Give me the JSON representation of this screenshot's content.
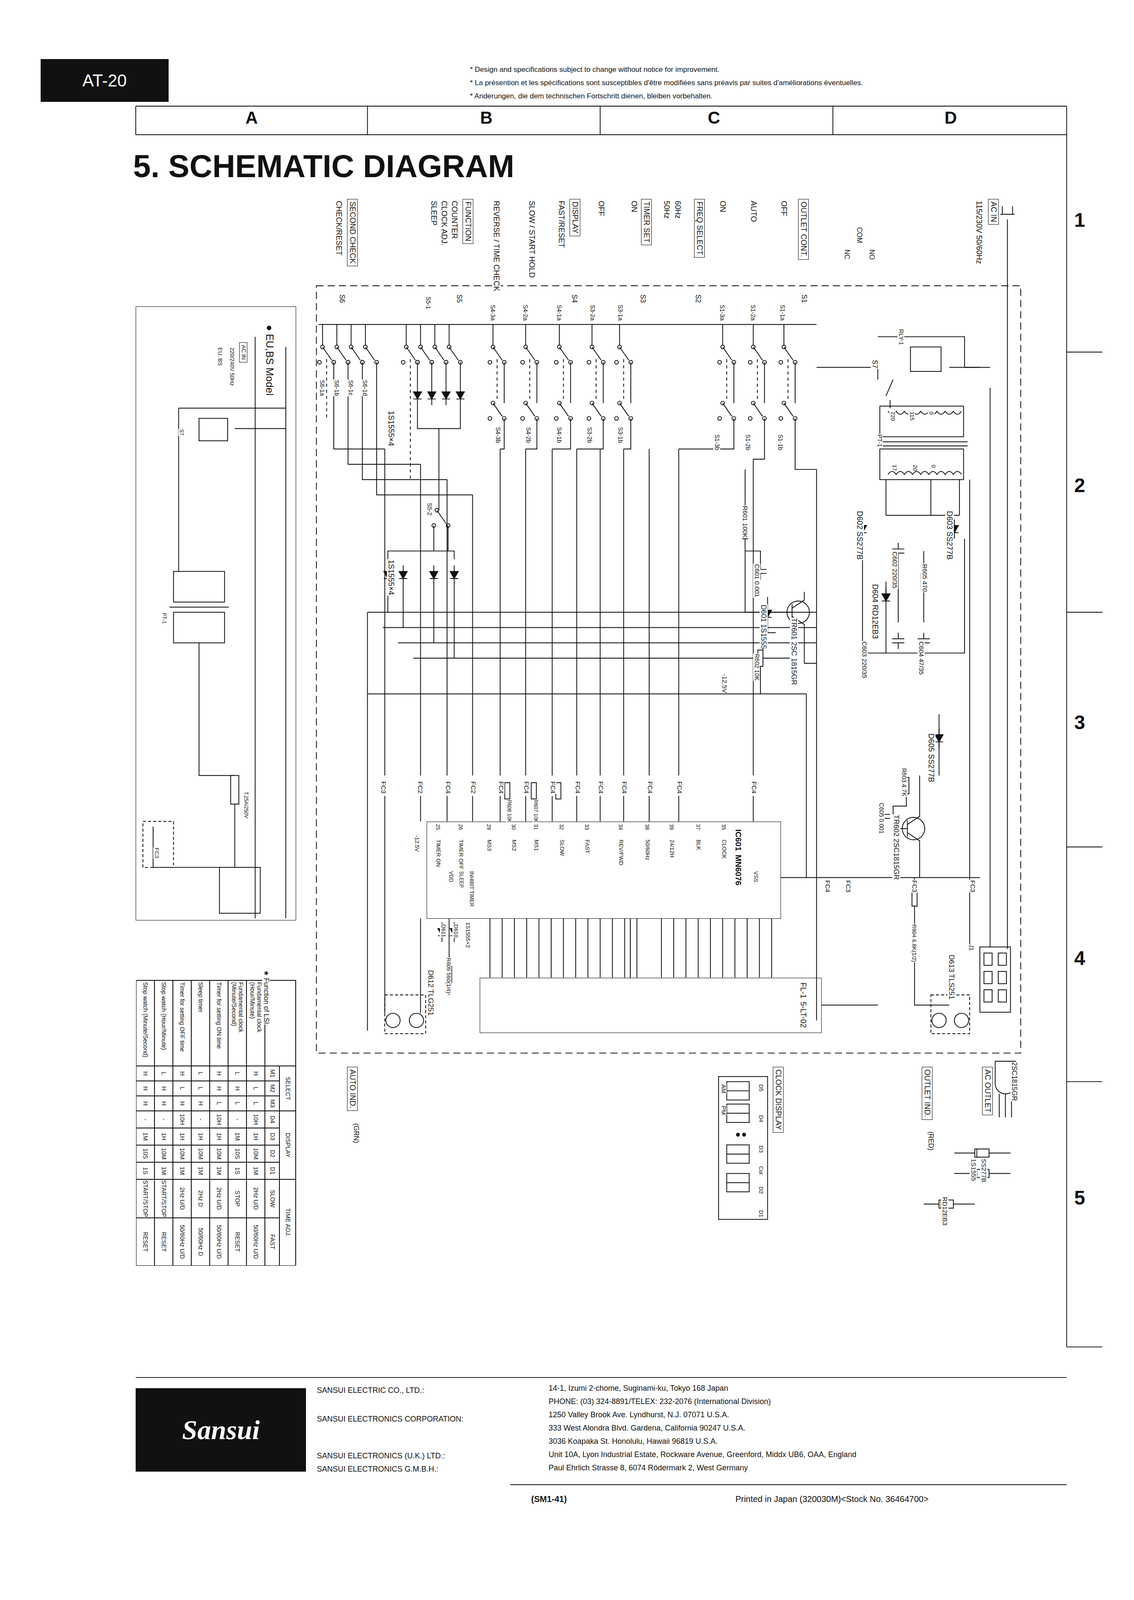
{
  "diagram": {
    "title": "5. SCHEMATIC DIAGRAM",
    "nodes": [
      {
        "text": [
          "AT-20"
        ]
      },
      {
        "text": [
          "SECOND CHECK"
        ]
      },
      {
        "text": [
          "FUNCTION"
        ]
      },
      {
        "text": [
          "DISPLAY"
        ]
      },
      {
        "text": [
          "TIMER SET"
        ]
      },
      {
        "text": [
          "FREQ SELECT"
        ]
      },
      {
        "text": [
          "OUTLET CONT."
        ]
      },
      {
        "text": [
          "AC IN"
        ]
      },
      {
        "text": [
          "● EU,BS Model"
        ]
      },
      {
        "text": [
          "AC IN"
        ],
        "in": 8
      },
      {
        "text": [
          "IC601",
          "MN6076"
        ]
      },
      {
        "text": [
          "FL-1",
          "5-LT-02"
        ]
      },
      {
        "text": [
          "AUTO IND."
        ]
      },
      {
        "text": [
          "CLOCK DISPLAY"
        ]
      },
      {
        "text": [
          "OUTLET IND."
        ]
      },
      {
        "text": [
          "AC OUTLET"
        ]
      },
      {
        "text": [
          "Sansui"
        ]
      }
    ],
    "edges": [
      {
        "from": 10,
        "to": 11,
        "arrow": "none"
      }
    ],
    "labels": [
      "* Design and specifications subject to change without notice for improvement.",
      "* La présention et les spécifications sont susceptibles d'être modifiées sans préavis par suites d'améliorations éventuelles.",
      "* Anderungen, die dem technischen Fortschritt dienen, bleiben vorbehalten.",
      "A",
      "B",
      "C",
      "D",
      "1",
      "2",
      "3",
      "4",
      "5",
      "CHECK/RESET",
      "SLEEP",
      "CLOCK ADJ.",
      "COUNTER",
      "REVERSE / TIME CHECK",
      "SLOW / START HOLD",
      "FAST/RESET",
      "OFF",
      "ON",
      "50Hz",
      "60Hz",
      "ON",
      "AUTO",
      "OFF",
      "COM",
      "NO",
      "NC",
      "115/230V 50/60Hz",
      "S6",
      "S5",
      "S4",
      "S3",
      "S2",
      "S1",
      "S6-1a",
      "S6-1b",
      "S6-1c",
      "S6-1d",
      "S5-1",
      "S4-3a",
      "S4-2a",
      "S4-1a",
      "S3-2a",
      "S3-1a",
      "S1-3a",
      "S1-2a",
      "S1-1a",
      "S4-3b",
      "S4-2b",
      "S4-1b",
      "S3-2b",
      "S3-1b",
      "S1-3b",
      "S1-2b",
      "S1-1b",
      "S5-2",
      "1S1555×4",
      "1S1555×4",
      "S7",
      "RLY-1",
      "PT-1",
      "220",
      "115",
      "0",
      "17",
      "20",
      "0",
      "D602 SS277B",
      "D603 SS277B",
      "C602 220/35",
      "R605 470",
      "D604 RD12EB3",
      "C603 220/35",
      "C604 47/35",
      "R601 100K",
      "C601 0.001",
      "D601 1S1555",
      "R602 10K",
      "TR601 2SC 1815GR",
      "-12.5V",
      "D605 SS277B",
      "R603 4.7K",
      "C605 0.001",
      "TR602 2SC1815GR",
      "FC3",
      "FC2",
      "FC4",
      "FC2",
      "FC4",
      "FC4",
      "FC4",
      "FC4",
      "FC4",
      "FC4",
      "FC4",
      "FC4",
      "FC4",
      "FC4",
      "FC3",
      "FC3",
      "FC3",
      "TIMER ON",
      "TIMER OFF",
      "MS3",
      "MS2",
      "MS1",
      "SLOW",
      "FAST",
      "REV/FWD",
      "50/60Hz",
      "24/12H",
      "BLK",
      "CLOCK",
      "25",
      "26",
      "29",
      "30",
      "31",
      "32",
      "33",
      "34",
      "38",
      "39",
      "37",
      "35",
      "VDD",
      "SLEEP",
      "INHIBIT TIMER",
      "VSS",
      "-12.5V",
      "R606 10K",
      "R607 10K",
      "D611",
      "D610",
      "1S1555×2",
      "R609 560(1/4)",
      "D612 TLG251",
      "D613 TLS251",
      "R604 6.8K(1/2)",
      "J1",
      "(GRN)",
      "(RED)",
      "AM",
      "PM",
      "D5",
      "D4",
      "D3",
      "Col",
      "D2",
      "D1",
      "2SC1815GR",
      "1S1555",
      "SS277B",
      "RD12EB3",
      "220/240V 50Hz",
      "EU, BS",
      "PT-1",
      "T.25A/250V",
      "FC3",
      "S7",
      "★ Function of LSI",
      "SELECT",
      "DISPLAY",
      "TIME ADJ.",
      "M1",
      "M2",
      "M3",
      "D4",
      "D3",
      "D2",
      "D1",
      "SLOW",
      "FAST",
      "Fundamental clock (Hour/Minute)",
      "H",
      "L",
      "L",
      "10H",
      "1H",
      "10M",
      "1M",
      "2Hz U/D",
      "50/60Hz U/D",
      "Fundamental clock (Minute/Second)",
      "L",
      "H",
      "L",
      "-",
      "1M",
      "10S",
      "1S",
      "STOP",
      "RESET",
      "Timer for setting ON time",
      "H",
      "H",
      "L",
      "10H",
      "1H",
      "10M",
      "1M",
      "2Hz U/D",
      "50/60Hz U/D",
      "Sleep timer",
      "L",
      "L",
      "H",
      "-",
      "1H",
      "10M",
      "1M",
      "2Hz D",
      "50/60Hz D",
      "Timer for setting OFF time",
      "H",
      "L",
      "H",
      "10H",
      "1H",
      "10M",
      "1M",
      "2Hz U/D",
      "50/60Hz U/D",
      "Stop watch (Hour/Minute)",
      "L",
      "H",
      "H",
      "-",
      "1H",
      "10M",
      "1M",
      "START/STOP",
      "RESET",
      "Stop watch (Minute/Second)",
      "H",
      "H",
      "H",
      "-",
      "1M",
      "10S",
      "1S",
      "START/STOP",
      "RESET",
      "SANSUI ELECTRIC CO., LTD.:",
      "SANSUI ELECTRONICS CORPORATION:",
      "SANSUI ELECTRONICS (U.K.) LTD.:",
      "SANSUI ELECTRONICS G.M.B.H.:",
      "14-1, Izumi 2-chome, Suginami-ku, Tokyo 168 Japan",
      "PHONE: (03) 324-8891/TELEX: 232-2076 (International Division)",
      "1250 Valley Brook Ave. Lyndhurst, N.J. 07071 U.S.A.",
      "333 West Alondra Blvd. Gardena, California 90247 U.S.A.",
      "3036 Koapaka St. Honolulu, Hawaii 96819 U.S.A.",
      "Unit 10A, Lyon Industrial Estate, Rockware Avenue, Greenford, Middx UB6, OAA, England",
      "Paul Ehrlich Strasse 8, 6074 Rödermark 2, West Germany",
      "(SM1-41)",
      "Printed in Japan (320030M)<Stock No. 36464700>"
    ]
  }
}
